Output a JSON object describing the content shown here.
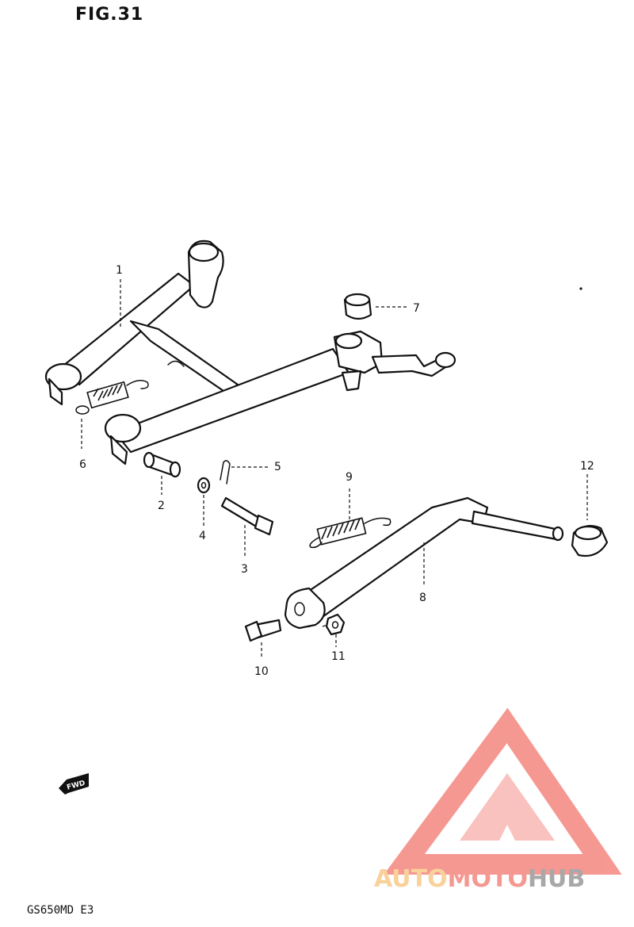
{
  "figure": {
    "title": "FIG.31",
    "model_code": "GS650MD E3"
  },
  "callouts": [
    {
      "label": "1"
    },
    {
      "label": "2"
    },
    {
      "label": "3"
    },
    {
      "label": "4"
    },
    {
      "label": "5"
    },
    {
      "label": "6"
    },
    {
      "label": "7"
    },
    {
      "label": "8"
    },
    {
      "label": "9"
    },
    {
      "label": "10"
    },
    {
      "label": "11"
    },
    {
      "label": "12"
    }
  ],
  "direction_marker": {
    "label": "FWD"
  },
  "watermark": {
    "part1": "AUTO",
    "part2": "MOTO",
    "part3": "HUB",
    "color1": "#f9c98a",
    "color2": "#f4877f",
    "color3": "#9a9a9a",
    "triangle_color": "#f4877f"
  }
}
